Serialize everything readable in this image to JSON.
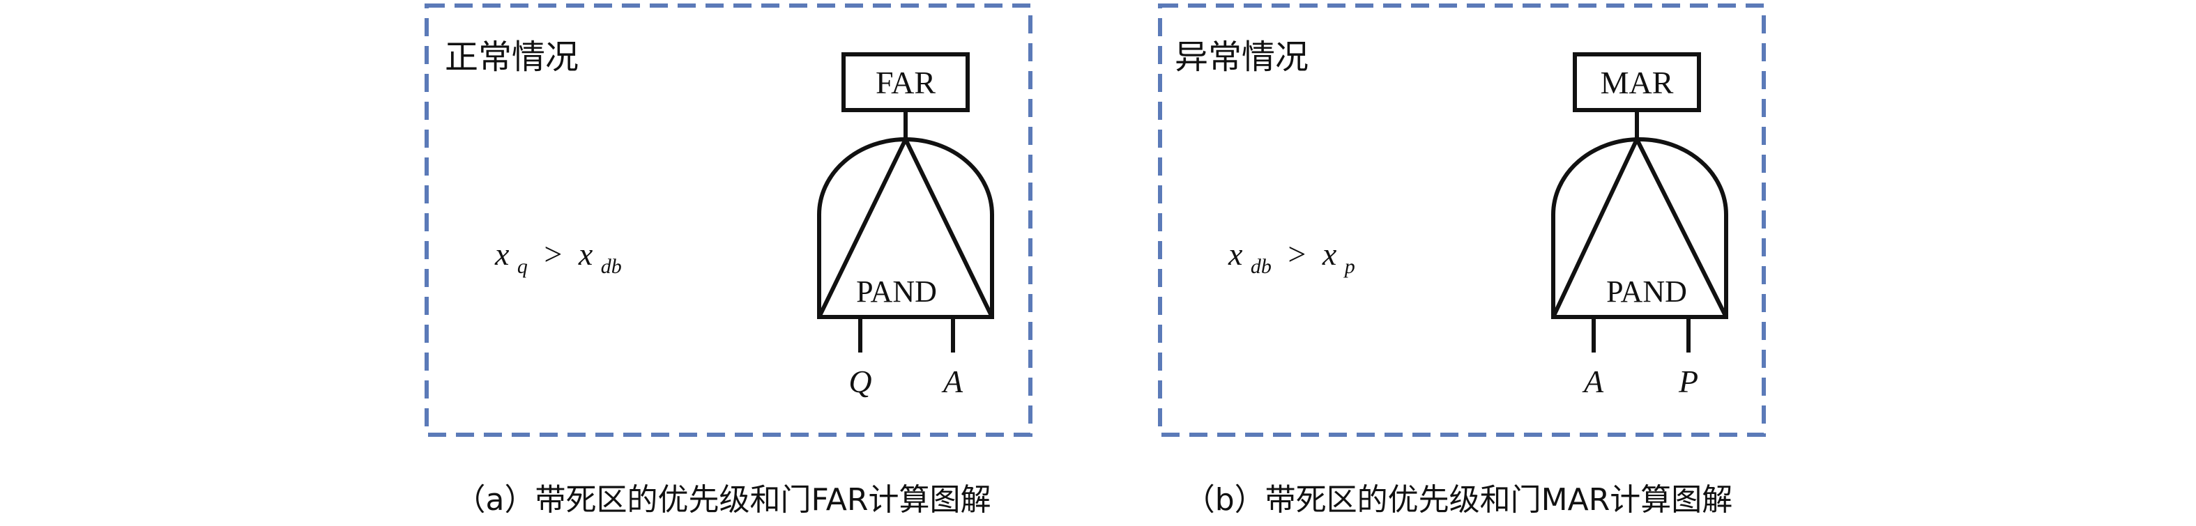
{
  "panels": [
    {
      "corner_label": "正常情况",
      "output_event": "FAR",
      "gate_label": "PAND",
      "condition": {
        "left": "x",
        "left_sub": "q",
        "op": ">",
        "right": "x",
        "right_sub": "db"
      },
      "inputs": [
        "Q",
        "A"
      ],
      "caption": "（a）带死区的优先级和门FAR计算图解"
    },
    {
      "corner_label": "异常情况",
      "output_event": "MAR",
      "gate_label": "PAND",
      "condition": {
        "left": "x",
        "left_sub": "db",
        "op": ">",
        "right": "x",
        "right_sub": "p"
      },
      "inputs": [
        "A",
        "P"
      ],
      "caption": "（b）带死区的优先级和门MAR计算图解"
    }
  ],
  "colors": {
    "frame_dash": "#5b7ab8",
    "ink": "#111111"
  }
}
